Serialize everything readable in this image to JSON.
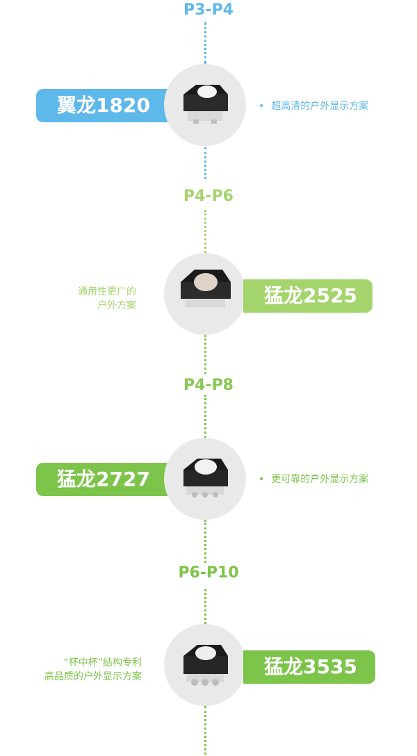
{
  "colors": {
    "blue": "#5fb8ea",
    "light_green": "#a4d46c",
    "green": "#7cc44a",
    "circle": "#e9e9e9"
  },
  "sections": [
    {
      "range": "P3-P4",
      "product": "翼龙1820",
      "description": "超高清的户外显示方案",
      "icon": "led-chip-icon"
    },
    {
      "range": "P4-P6",
      "product": "猛龙2525",
      "description_lines": [
        "通用性更广的",
        "户外方案"
      ],
      "icon": "led-chip-icon"
    },
    {
      "range": "P4-P8",
      "product": "猛龙2727",
      "description": "更可靠的户外显示方案",
      "icon": "led-chip-icon"
    },
    {
      "range": "P6-P10",
      "product": "猛龙3535",
      "description_lines": [
        "“杯中杯”结构专利",
        "高品质的户外显示方案"
      ],
      "icon": "led-chip-icon"
    }
  ]
}
